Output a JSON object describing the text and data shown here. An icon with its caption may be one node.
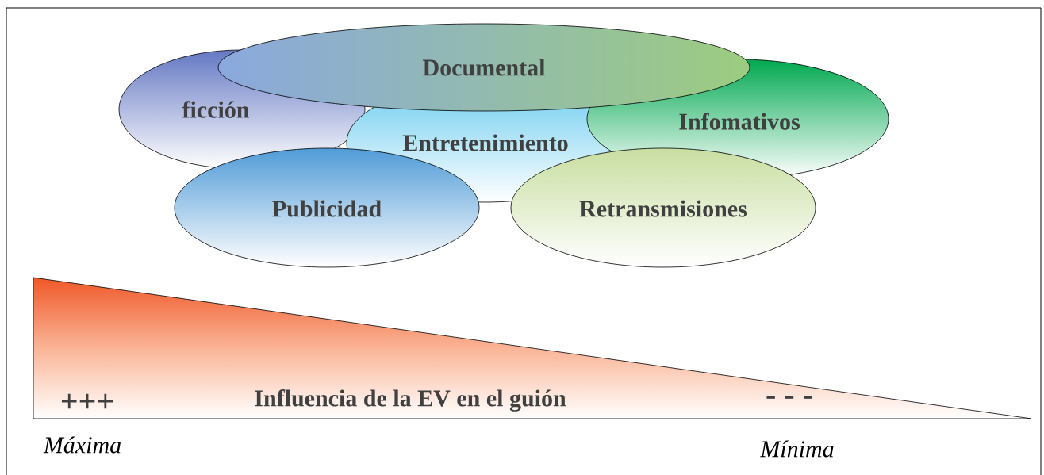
{
  "diagram": {
    "nodes": [
      {
        "text": [
          "ficción"
        ]
      },
      {
        "text": [
          "Entretenimiento"
        ]
      },
      {
        "text": [
          "Infomativos"
        ]
      },
      {
        "text": [
          "Documental"
        ]
      },
      {
        "text": [
          "Publicidad"
        ]
      },
      {
        "text": [
          "Retransmisiones"
        ]
      },
      {
        "text": [
          "+++",
          "Influencia de la EV en el guión",
          "- - -"
        ]
      }
    ],
    "labels": [
      "Máxima",
      "Mínima"
    ]
  }
}
